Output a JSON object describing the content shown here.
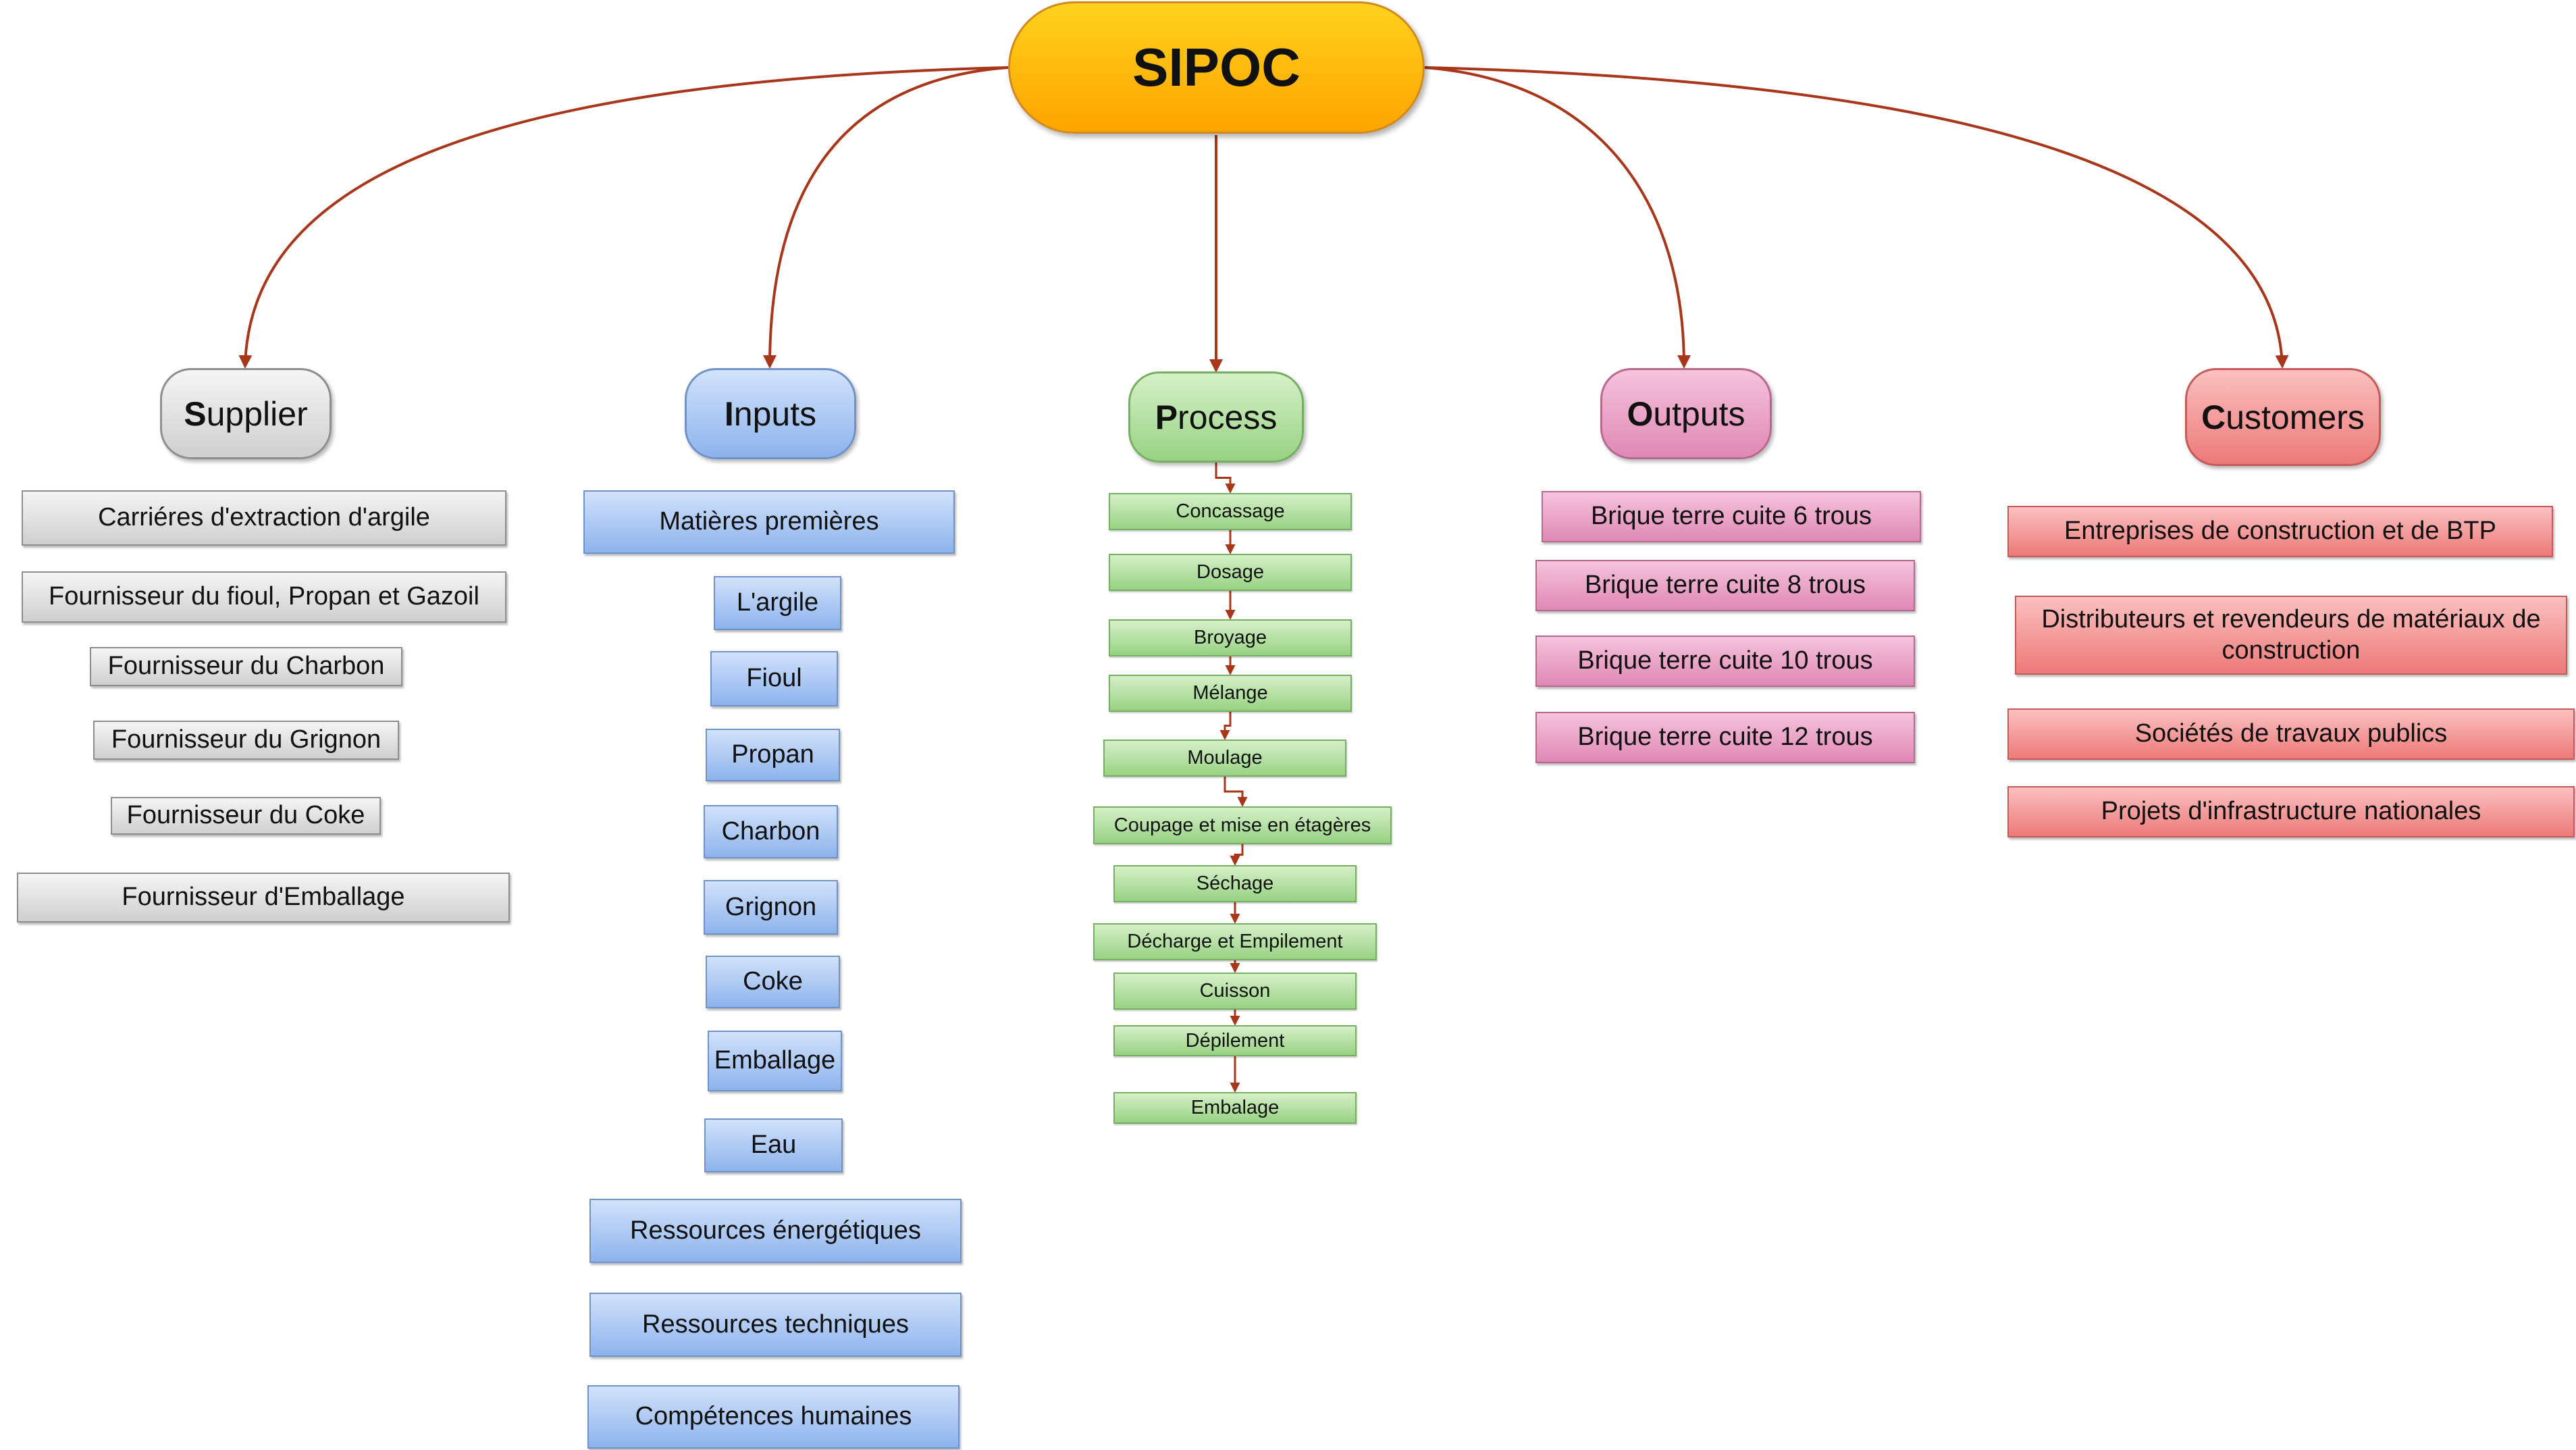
{
  "root": {
    "title": "SIPOC"
  },
  "colors": {
    "connector": "#a8361a",
    "root": "#fdb813",
    "supplier": "#d3d3d3",
    "inputs": "#9dbdf0",
    "process": "#a7d994",
    "outputs": "#e49abf",
    "customers": "#ef8a89"
  },
  "categories": {
    "supplier": {
      "first": "S",
      "rest": "upplier"
    },
    "inputs": {
      "first": "I",
      "rest": "nputs"
    },
    "process": {
      "first": "P",
      "rest": "rocess"
    },
    "outputs": {
      "first": "O",
      "rest": "utputs"
    },
    "customers": {
      "first": "C",
      "rest": "ustomers"
    }
  },
  "supplier_items": [
    "Carriéres d'extraction d'argile",
    "Fournisseur du fioul, Propan et Gazoil",
    "Fournisseur du Charbon",
    "Fournisseur du Grignon",
    "Fournisseur du Coke",
    "Fournisseur d'Emballage"
  ],
  "input_items": [
    "Matières premières",
    "L'argile",
    "Fioul",
    "Propan",
    "Charbon",
    "Grignon",
    "Coke",
    "Emballage",
    "Eau",
    "Ressources énergétiques",
    "Ressources techniques",
    "Compétences humaines"
  ],
  "process_steps": [
    "Concassage",
    "Dosage",
    "Broyage",
    "Mélange",
    "Moulage",
    "Coupage et mise en étagères",
    "Séchage",
    "Décharge et Empilement",
    "Cuisson",
    "Dépilement",
    "Embalage"
  ],
  "output_items": [
    "Brique terre cuite 6 trous",
    "Brique terre cuite 8 trous",
    "Brique terre cuite 10 trous",
    "Brique terre cuite 12 trous"
  ],
  "customer_items": [
    "Entreprises de construction et de BTP",
    "Distributeurs et revendeurs de matériaux de construction",
    "Sociétés de travaux publics",
    "Projets d'infrastructure nationales"
  ]
}
